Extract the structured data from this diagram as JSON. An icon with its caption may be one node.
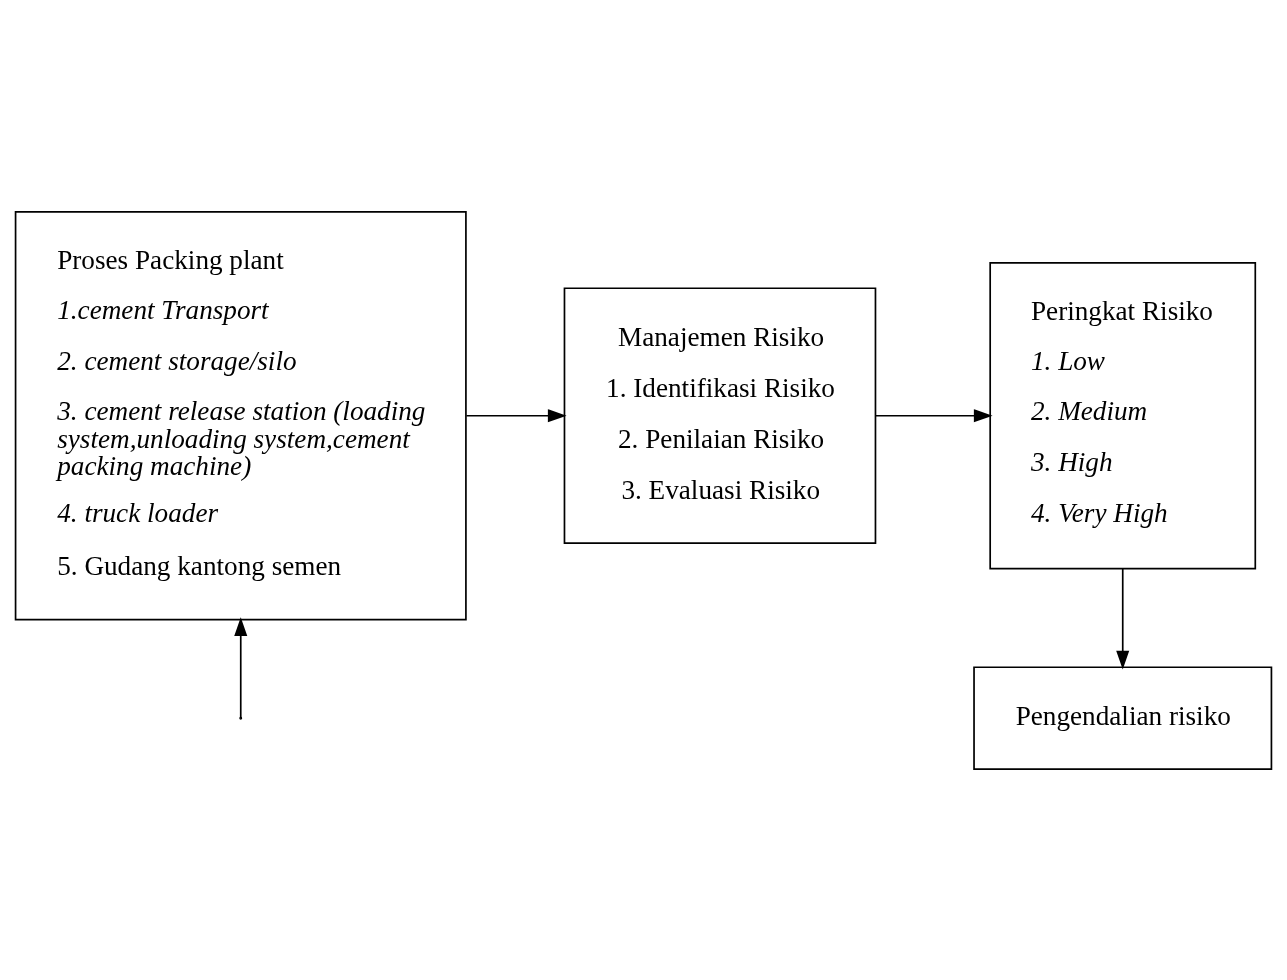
{
  "diagram": {
    "nodes": [
      {
        "text": [
          "Proses Packing plant",
          "1.cement Transport",
          "2. cement storage/silo",
          "3. cement release station (loading system,unloading system,cement packing machine)",
          "4. truck loader",
          "5. Gudang kantong semen"
        ]
      },
      {
        "text": [
          "Manajemen Risiko",
          "1. Identifikasi Risiko",
          "2. Penilaian Risiko",
          "3. Evaluasi Risiko"
        ]
      },
      {
        "text": [
          "Peringkat Risiko",
          "1. Low",
          "2. Medium",
          "3. High",
          "4. Very High"
        ]
      },
      {
        "text": [
          "Pengendalian risiko"
        ]
      }
    ],
    "edges": [
      {
        "from": 0,
        "to": 1,
        "arrow": "to"
      },
      {
        "from": 1,
        "to": 2,
        "arrow": "to"
      },
      {
        "from": 2,
        "to": 3,
        "arrow": "to"
      },
      {
        "from": null,
        "to": 0,
        "arrow": "to"
      }
    ]
  }
}
